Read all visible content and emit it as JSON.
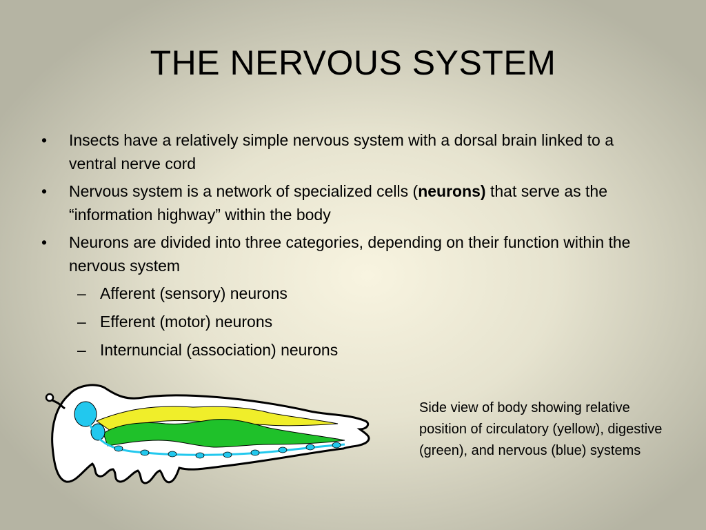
{
  "slide": {
    "title": "THE NERVOUS SYSTEM",
    "bullets": [
      {
        "text": "Insects have a relatively simple nervous system with a dorsal brain linked to a ventral nerve cord"
      },
      {
        "text_before": "Nervous system is a network of specialized cells (",
        "bold": "neurons)",
        "text_after": " that serve as the “information highway” within the body"
      },
      {
        "text": "Neurons are divided into three categories, depending on their function within the nervous system",
        "sub_items": [
          "Afferent (sensory) neurons",
          "Efferent (motor) neurons",
          "Internuncial (association) neurons"
        ]
      }
    ],
    "bullet_glyph": "•",
    "sub_glyph": "–",
    "caption": "Side view of body showing relative position of circulatory (yellow), digestive (green), and nervous (blue) systems",
    "diagram_colors": {
      "circulatory": "#f0ee2a",
      "digestive": "#1fc12a",
      "nervous": "#22c8ee",
      "outline": "#000000",
      "body": "#ffffff"
    }
  }
}
